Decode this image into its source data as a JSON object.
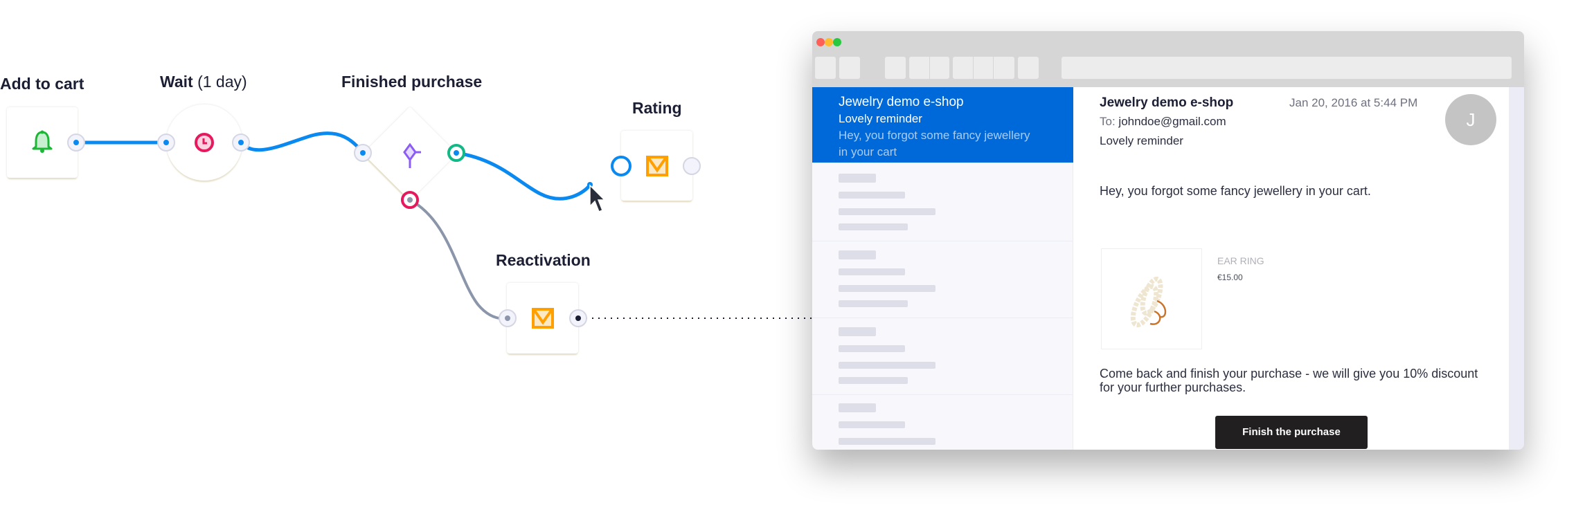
{
  "flow": {
    "nodes": [
      {
        "label": "Add to cart",
        "icon": "bell-icon",
        "color": "#1db636"
      },
      {
        "label": "Wait",
        "label_suffix": "(1 day)",
        "icon": "clock-icon",
        "color": "#e5195e"
      },
      {
        "label": "Finished purchase",
        "icon": "split-icon",
        "color": "#8b5cf6"
      },
      {
        "label": "Rating",
        "icon": "mail-icon",
        "color": "#ff9f00"
      },
      {
        "label": "Reactivation",
        "icon": "mail-icon",
        "color": "#ff9f00"
      }
    ],
    "colors": {
      "wire": "#0a8af0",
      "wire_inactive": "#8c96aa",
      "yes": "#12b886",
      "no": "#e5195e"
    }
  },
  "mail": {
    "selected": {
      "sender": "Jewelry demo e-shop",
      "subject": "Lovely reminder",
      "preview": "Hey, you forgot some fancy jewellery in your cart"
    },
    "message": {
      "sender": "Jewelry demo e-shop",
      "date": "Jan 20, 2016 at 5:44 PM",
      "to_label": "To:",
      "to": "johndoe@gmail.com",
      "subject": "Lovely reminder",
      "avatar_initial": "J",
      "greeting": "Hey, you forgot some fancy jewellery in your cart.",
      "product_name": "EAR RING",
      "product_price": "€15.00",
      "body": "Come back and finish your purchase - we will give you 10% discount for your further purchases.",
      "cta": "Finish the purchase"
    },
    "accent": "#0069d9"
  }
}
